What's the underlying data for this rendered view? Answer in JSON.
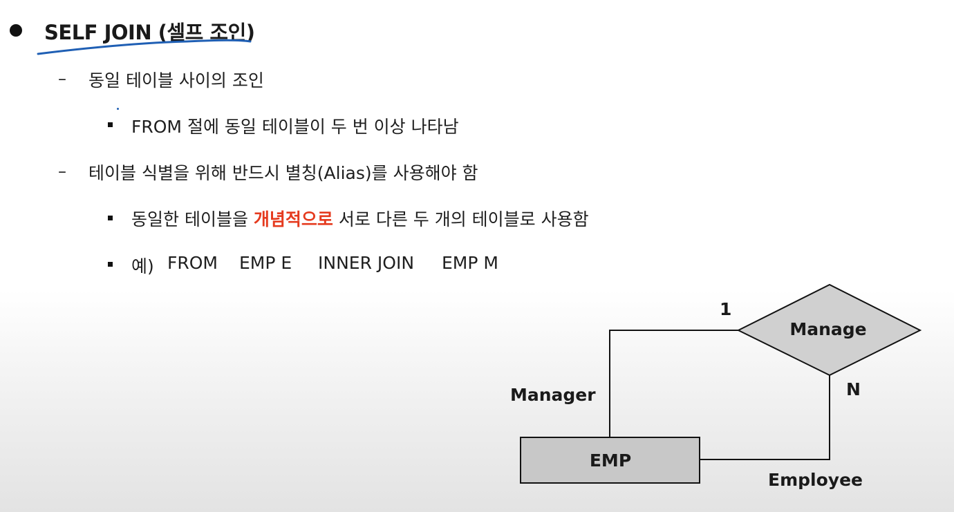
{
  "title": "SELF JOIN (셀프 조인)",
  "items": [
    {
      "text": "동일 테이블 사이의 조인",
      "sub": [
        "FROM 절에 동일 테이블이 두 번 이상 나타남"
      ]
    },
    {
      "text": "테이블 식별을 위해 반드시 별칭(Alias)를 사용해야 함",
      "sub_highlight": {
        "before": "동일한 테이블을 ",
        "highlight": "개념적으로",
        "after": " 서로 다른 두 개의 테이블로 사용함"
      },
      "example": {
        "prefix": "예)",
        "from": "FROM",
        "table1": "EMP E",
        "join": "INNER JOIN",
        "table2": "EMP M"
      }
    }
  ],
  "diagram": {
    "entity": "EMP",
    "relationship": "Manage",
    "role_manager": "Manager",
    "role_employee": "Employee",
    "card_one": "1",
    "card_many": "N"
  },
  "colors": {
    "highlight": "#e53a1e",
    "annotation_ink": "#1f5fb4",
    "shape_fill": "#d0d0d0"
  }
}
